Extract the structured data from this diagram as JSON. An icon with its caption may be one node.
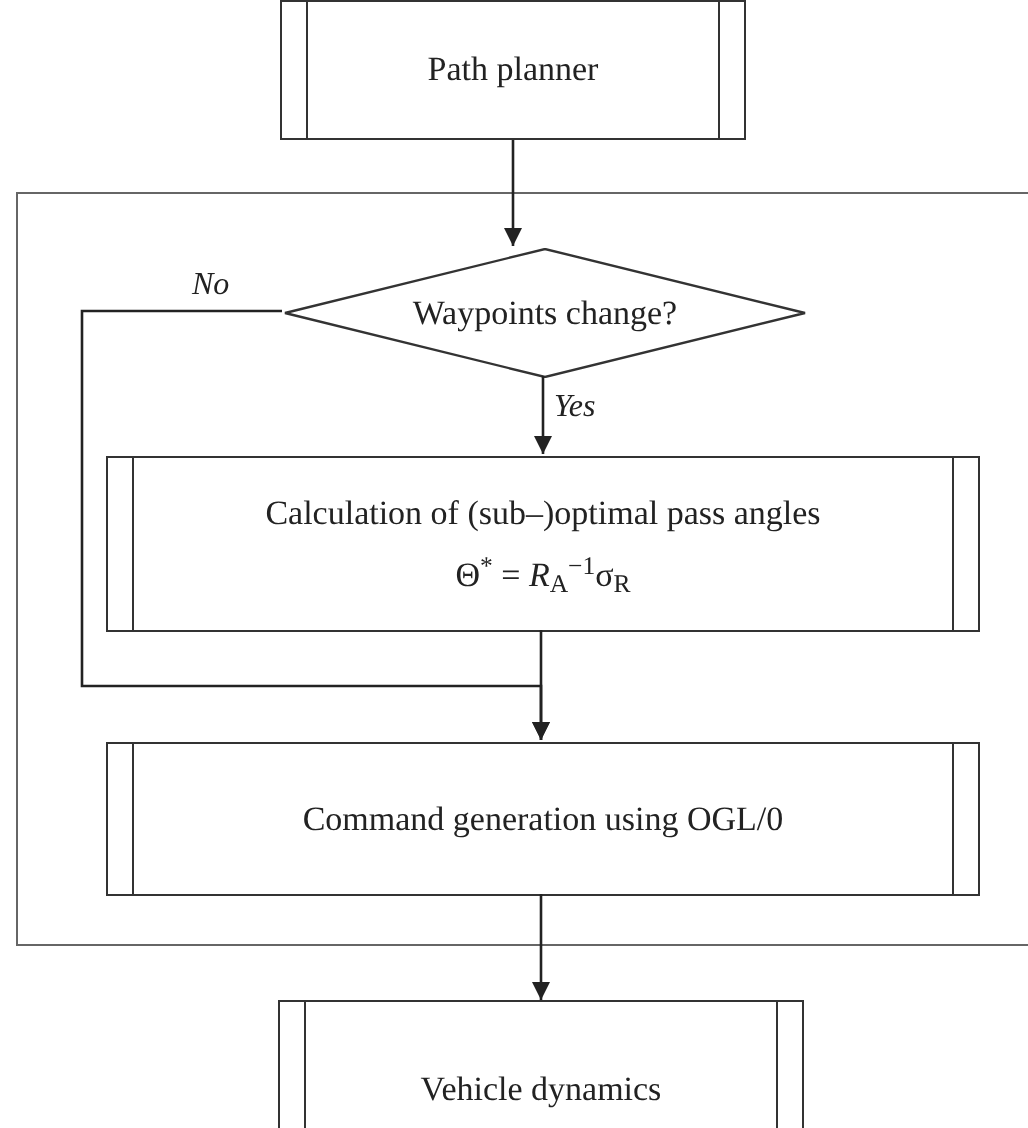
{
  "diagram": {
    "nodes": [
      {
        "text": [
          "Path planner"
        ]
      },
      {
        "text": [],
        "shape": "box"
      },
      {
        "text": [
          "Waypoints change?"
        ],
        "in": 1
      },
      {
        "text": [
          "Calculation of (sub–)optimal pass angles",
          "Θ$^{*}$ = *R*$_{A}$$^{−1}$σ$_{R}$"
        ],
        "in": 1
      },
      {
        "text": [
          "Command generation using OGL/0"
        ],
        "in": 1
      },
      {
        "text": [
          "Vehicle dynamics"
        ]
      }
    ],
    "edges": [
      {
        "from": 0,
        "to": 2,
        "arrow": "to"
      },
      {
        "from": 2,
        "to": 3,
        "arrow": "to",
        "label": "Yes"
      },
      {
        "from": 2,
        "to": 4,
        "arrow": "to",
        "label": "No"
      },
      {
        "from": 3,
        "to": 4,
        "arrow": "to"
      },
      {
        "from": 4,
        "to": 5,
        "arrow": "to"
      }
    ]
  }
}
